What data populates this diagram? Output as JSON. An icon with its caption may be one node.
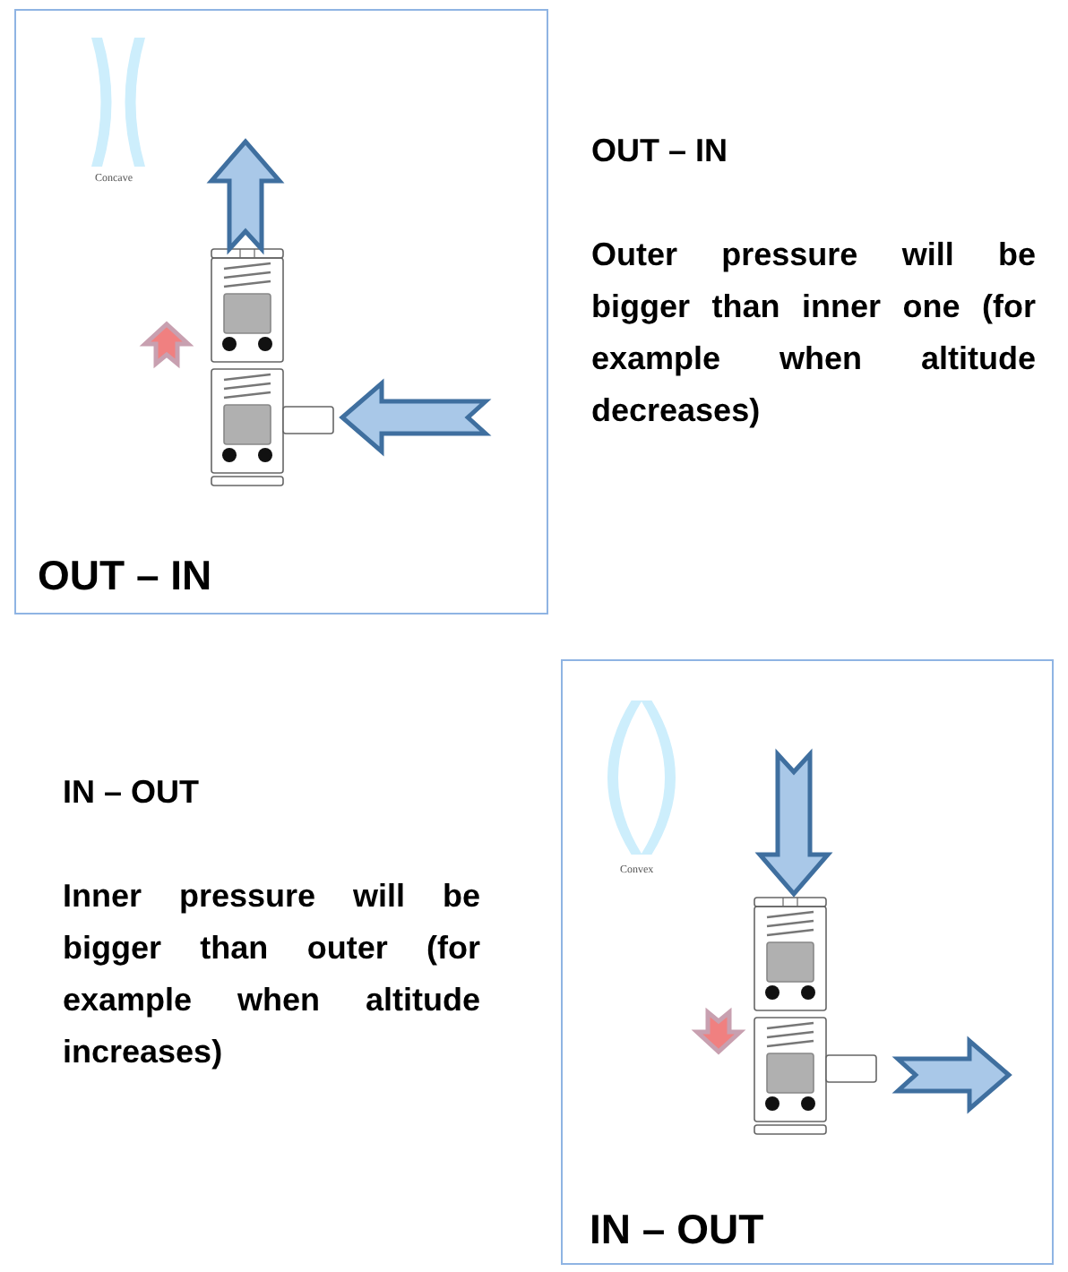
{
  "diagram": {
    "nodes": [
      {
        "text": [
          "Concave",
          "OUT – IN"
        ]
      },
      {
        "text": [
          "Convex",
          "IN – OUT"
        ]
      }
    ],
    "labels": [
      "OUT – IN",
      "Outer pressure will be bigger than inner one (for example when altitude decreases)",
      "IN – OUT",
      "Inner pressure will be bigger than outer (for example when altitude increases)"
    ]
  }
}
